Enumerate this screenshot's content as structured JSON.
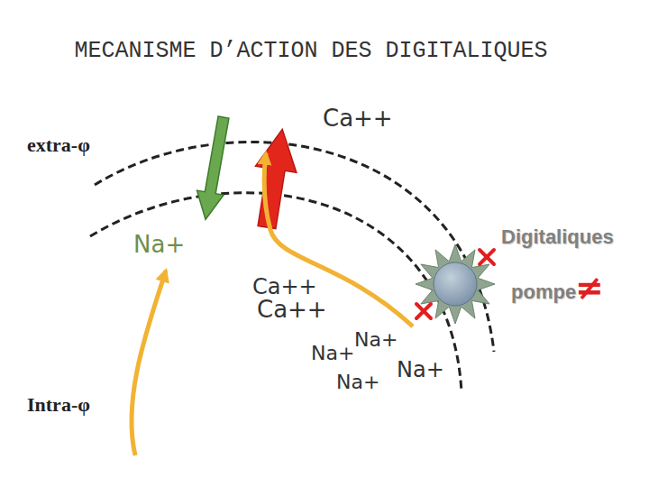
{
  "diagram": {
    "title": "MECANISME D’ACTION DES DIGITALIQUES",
    "labels": [
      "Ca++",
      "extra-φ",
      "Na+",
      "Digitaliques",
      "Ca++",
      "Ca++",
      "pompe",
      "≠",
      "Na+",
      "Na+",
      "Na+",
      "Na+",
      "Intra-φ"
    ]
  }
}
